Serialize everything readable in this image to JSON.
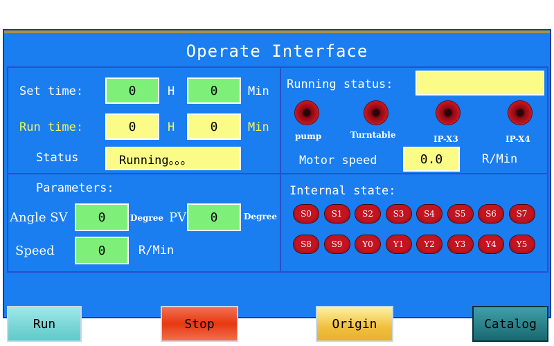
{
  "title": "Operate Interface",
  "time_panel": {
    "set_time_label": "Set time:",
    "set_time_h": "0",
    "h_unit": "H",
    "set_time_min": "0",
    "min_unit": "Min",
    "run_time_label": "Run time:",
    "run_time_h": "0",
    "run_time_min": "0",
    "status_label": "Status",
    "status_value": "Running。。。"
  },
  "running_panel": {
    "running_status_label": "Running status:",
    "running_status_value": "",
    "lamps": [
      {
        "label": "pump"
      },
      {
        "label": "Turntable"
      },
      {
        "label": "IP-X3"
      },
      {
        "label": "IP-X4"
      }
    ],
    "motor_speed_label": "Motor speed",
    "motor_speed_value": "0.0",
    "motor_speed_unit": "R/Min"
  },
  "params_panel": {
    "title": "Parameters:",
    "angle_sv_label": "Angle SV",
    "angle_sv_value": "0",
    "degree_unit": "Degree",
    "pv_label": "PV",
    "pv_value": "0",
    "speed_label": "Speed",
    "speed_value": "0",
    "speed_unit": "R/Min"
  },
  "internal_panel": {
    "title": "Internal state:",
    "states_row1": [
      "S0",
      "S1",
      "S2",
      "S3",
      "S4",
      "S5",
      "S6",
      "S7"
    ],
    "states_row2": [
      "S8",
      "S9",
      "Y0",
      "Y1",
      "Y2",
      "Y3",
      "Y4",
      "Y5"
    ]
  },
  "buttons": {
    "run": "Run",
    "stop": "Stop",
    "origin": "Origin",
    "catalog": "Catalog"
  },
  "colors": {
    "background": "#1a7ef0",
    "panel_border": "#2a4fc8",
    "field_green": "#7ef07a",
    "field_yellow": "#fbfb87",
    "lamp_red": "#d0141e"
  }
}
